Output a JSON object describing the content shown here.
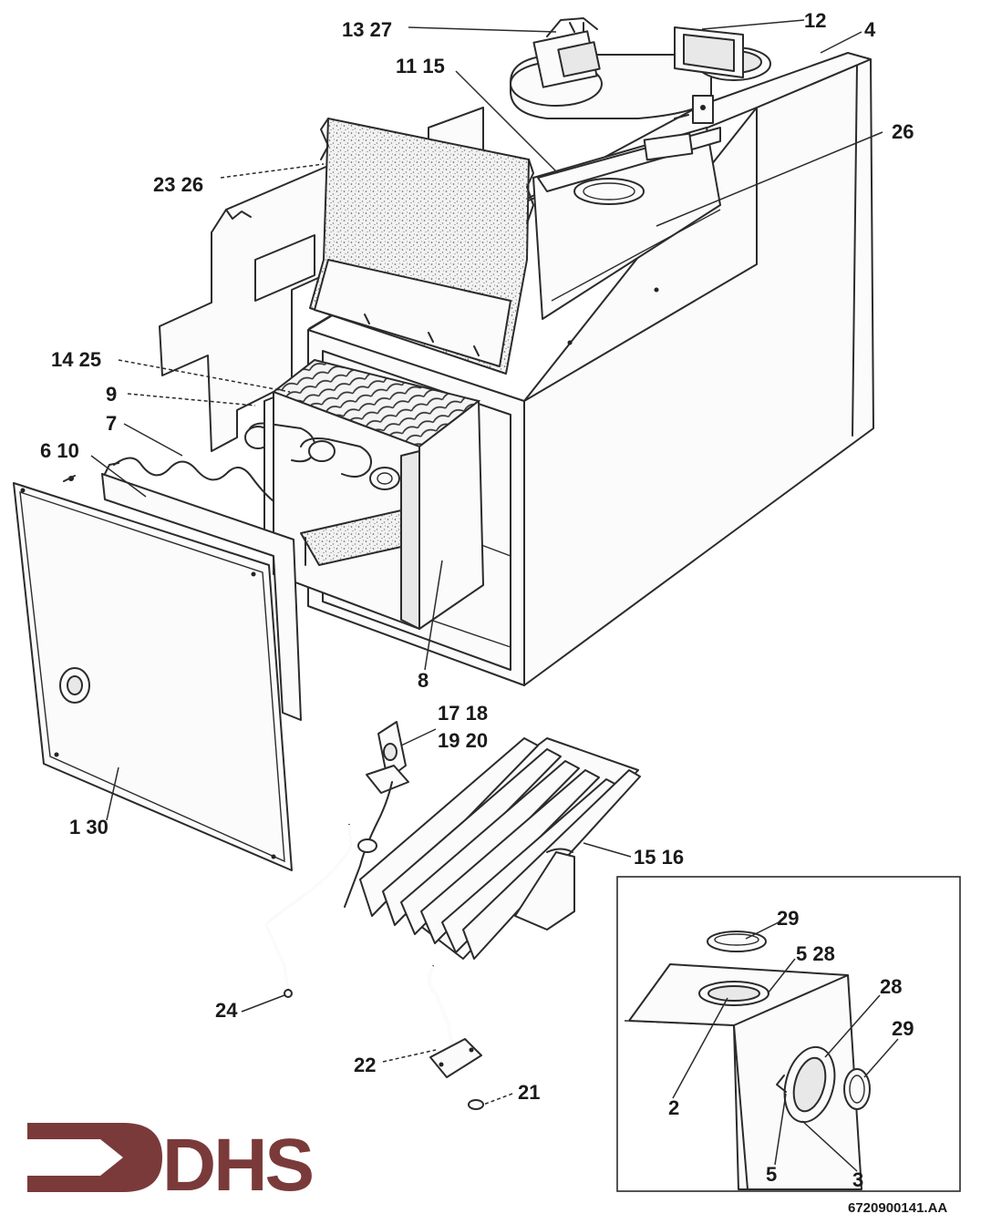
{
  "diagram": {
    "part_labels": [
      {
        "id": "l-13-27",
        "text": "13  27"
      },
      {
        "id": "l-12",
        "text": "12"
      },
      {
        "id": "l-4",
        "text": "4"
      },
      {
        "id": "l-11-15",
        "text": "11  15"
      },
      {
        "id": "l-26a",
        "text": "26"
      },
      {
        "id": "l-23-26",
        "text": "23  26"
      },
      {
        "id": "l-14-25",
        "text": "14  25"
      },
      {
        "id": "l-9",
        "text": "9"
      },
      {
        "id": "l-7",
        "text": "7"
      },
      {
        "id": "l-6-10",
        "text": "6  10"
      },
      {
        "id": "l-8",
        "text": "8"
      },
      {
        "id": "l-17-18",
        "text": "17  18"
      },
      {
        "id": "l-19-20",
        "text": "19  20"
      },
      {
        "id": "l-1-30",
        "text": "1  30"
      },
      {
        "id": "l-15-16",
        "text": "15  16"
      },
      {
        "id": "l-29a",
        "text": "29"
      },
      {
        "id": "l-5-28",
        "text": "5  28"
      },
      {
        "id": "l-28",
        "text": "28"
      },
      {
        "id": "l-29b",
        "text": "29"
      },
      {
        "id": "l-24",
        "text": "24"
      },
      {
        "id": "l-22",
        "text": "22"
      },
      {
        "id": "l-21",
        "text": "21"
      },
      {
        "id": "l-2",
        "text": "2"
      },
      {
        "id": "l-5",
        "text": "5"
      },
      {
        "id": "l-3",
        "text": "3"
      }
    ],
    "drawing_code": "6720900141.AA"
  },
  "logo": {
    "text": "DHS",
    "color": "#7a3a3a"
  }
}
